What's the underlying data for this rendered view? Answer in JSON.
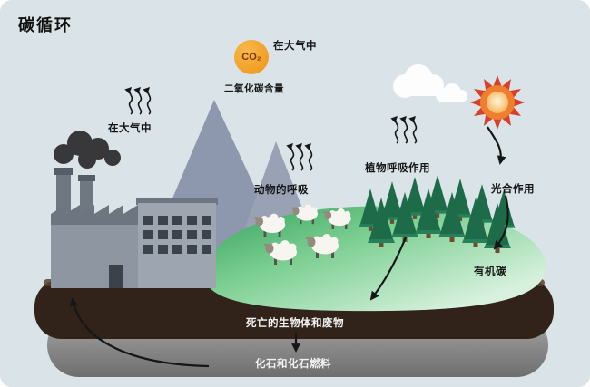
{
  "title": "碳循环",
  "co2_badge": {
    "symbol": "CO₂",
    "label_right": "在大气中",
    "caption": "二氧化碳含量"
  },
  "labels": {
    "factory_atmosphere": "在大气中",
    "animal_respiration": "动物的呼吸",
    "plant_respiration": "植物呼吸作用",
    "photosynthesis": "光合作用",
    "organic_carbon": "有机碳",
    "dead_organisms_waste": "死亡的生物体和废物",
    "fossil_fuels": "化石和化石燃料"
  },
  "colors": {
    "background": "#d9e3e8",
    "co2_badge": "#ee9414",
    "co2_text": "#7c3410",
    "sun_rays": "#d6402c",
    "sun_body": "#ef7e2e",
    "mountain": "#8d97ad",
    "mountain_light": "#98a2b4",
    "soil_brown": "#31231a",
    "soil_brown_light": "#58402e",
    "tree_green": "#1d6b49",
    "tree_green_dark": "#27805a",
    "trunk_brown": "#6e4b33",
    "factory_grey": "#9da6b0",
    "factory_grey_dark": "#6d7680",
    "window_dark": "#3c424a",
    "smoke": "#38383a",
    "sheep_white": "#f7f5f0",
    "sheep_face": "#948a7e",
    "cloud_white": "#fdfdfd",
    "arrow": "#161616",
    "label_dark": "#161616",
    "label_light": "#f2f2f2"
  }
}
